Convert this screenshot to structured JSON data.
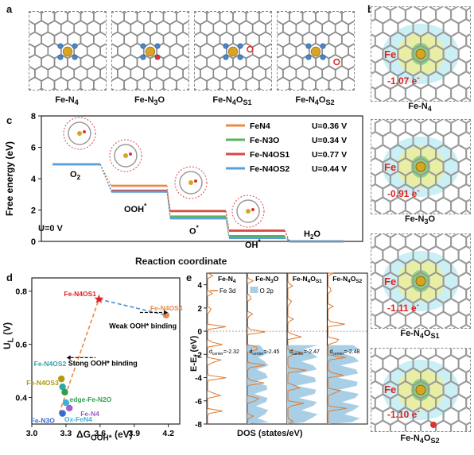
{
  "panel_labels": {
    "a": "a",
    "b": "b",
    "c": "c",
    "d": "d",
    "e": "e"
  },
  "panel_a": {
    "structures": [
      {
        "caption": "Fe-N",
        "sub": "4",
        "extra": "",
        "sub2": ""
      },
      {
        "caption": "Fe-N",
        "sub": "3",
        "extra": "O",
        "sub2": ""
      },
      {
        "caption": "Fe-N",
        "sub": "4",
        "extra": "O",
        "sub2": "S1"
      },
      {
        "caption": "Fe-N",
        "sub": "4",
        "extra": "O",
        "sub2": "S2"
      }
    ]
  },
  "panel_b": {
    "items": [
      {
        "metal": "Fe",
        "charge": "-1.07 e",
        "sup": "-",
        "caption": "Fe-N",
        "sub": "4",
        "extra": "",
        "sub2": ""
      },
      {
        "metal": "Fe",
        "charge": "-0.91 e",
        "sup": "-",
        "caption": "Fe-N",
        "sub": "3",
        "extra": "O",
        "sub2": ""
      },
      {
        "metal": "Fe",
        "charge": "-1.11 e",
        "sup": "-",
        "caption": "Fe-N",
        "sub": "4",
        "extra": "O",
        "sub2": "S1"
      },
      {
        "metal": "Fe",
        "charge": "-1.10 e",
        "sup": "-",
        "caption": "Fe-N",
        "sub": "4",
        "extra": "O",
        "sub2": "S2"
      }
    ]
  },
  "panel_c": {
    "ylabel": "Free energy (eV)",
    "xlabel": "Reaction coordinate",
    "condition": "U=0 V",
    "yticks": [
      "0",
      "2",
      "4",
      "6",
      "8"
    ],
    "steps": [
      "O2",
      "OOH*",
      "O*",
      "OH*",
      "H2O"
    ],
    "legend": [
      {
        "name": "FeN4",
        "U": "U=0.36 V",
        "color": "#e8894a"
      },
      {
        "name": "Fe-N3O",
        "U": "U=0.34 V",
        "color": "#59b35a"
      },
      {
        "name": "Fe-N4OS1",
        "U": "U=0.77 V",
        "color": "#d64a4a"
      },
      {
        "name": "Fe-N4OS2",
        "U": "U=0.44 V",
        "color": "#5aa0d8"
      }
    ]
  },
  "panel_d": {
    "ylabel": "U",
    "ylabel_sub": "L",
    "ylabel_unit": " (V)",
    "xlabel": "ΔG",
    "xlabel_sub": "OOH*",
    "xlabel_unit": " (eV)",
    "xticks": [
      "3.0",
      "3.3",
      "3.6",
      "3.9",
      "4.2"
    ],
    "yticks": [
      "0.4",
      "0.6",
      "0.8"
    ],
    "annotations": {
      "weak": "Weak OOH* binding",
      "strong": "Stong OOH* binding"
    },
    "point_labels": [
      "Fe-N4OS1",
      "Fe-N4OS4",
      "Fe-N4OS2",
      "edge-Fe-N2O",
      "Fe-N4OS3",
      "Fe-N4",
      "Fe-N3O",
      "Ox-FeN4"
    ]
  },
  "panel_e": {
    "ylabel": "E-E",
    "ylabel_sub": "f",
    "ylabel_unit": " (eV)",
    "xlabel": "DOS (states/eV)",
    "yticks": [
      "4",
      "2",
      "0",
      "-2",
      "-4",
      "-6",
      "-8"
    ],
    "legend": {
      "fe": "Fe 3d",
      "o": "O 2p"
    },
    "columns": [
      {
        "title": "Fe-N",
        "sub": "4",
        "extra": "",
        "sub2": "",
        "dcenter": "=-2.32"
      },
      {
        "title": "Fe-N",
        "sub": "3",
        "extra": "O",
        "sub2": "",
        "dcenter": "=-2.45"
      },
      {
        "title": "Fe-N",
        "sub": "4",
        "extra": "O",
        "sub2": "S1",
        "dcenter": "=-2.47"
      },
      {
        "title": "Fe-N",
        "sub": "4",
        "extra": "O",
        "sub2": "S2",
        "dcenter": "=-2.48"
      }
    ]
  },
  "chart_data": [
    {
      "type": "line",
      "title": "",
      "xlabel": "Reaction coordinate",
      "ylabel": "Free energy (eV)",
      "ylim": [
        0,
        8
      ],
      "categories": [
        "O2",
        "OOH*",
        "O*",
        "OH*",
        "H2O"
      ],
      "series": [
        {
          "name": "FeN4",
          "values": [
            4.92,
            3.55,
            1.95,
            0.7,
            0.0
          ]
        },
        {
          "name": "Fe-N3O",
          "values": [
            4.92,
            3.35,
            1.7,
            0.45,
            0.0
          ]
        },
        {
          "name": "Fe-N4OS1",
          "values": [
            4.92,
            3.45,
            2.15,
            0.9,
            0.0
          ]
        },
        {
          "name": "Fe-N4OS2",
          "values": [
            4.92,
            3.5,
            1.8,
            0.55,
            0.0
          ]
        }
      ]
    },
    {
      "type": "scatter",
      "title": "",
      "xlabel": "ΔGOOH* (eV)",
      "ylabel": "UL (V)",
      "xlim": [
        3.0,
        4.3
      ],
      "ylim": [
        0.3,
        0.85
      ],
      "series": [
        {
          "name": "Fe-N4OS1",
          "x": [
            3.59
          ],
          "y": [
            0.77
          ]
        },
        {
          "name": "Fe-N4OS4",
          "x": [
            4.18
          ],
          "y": [
            0.71
          ]
        },
        {
          "name": "Fe-N4OS2",
          "x": [
            3.27
          ],
          "y": [
            0.44
          ]
        },
        {
          "name": "edge-Fe-N2O",
          "x": [
            3.29
          ],
          "y": [
            0.42
          ]
        },
        {
          "name": "Fe-N4OS3",
          "x": [
            3.26
          ],
          "y": [
            0.47
          ]
        },
        {
          "name": "Fe-N4",
          "x": [
            3.33
          ],
          "y": [
            0.36
          ]
        },
        {
          "name": "Fe-N3O",
          "x": [
            3.27
          ],
          "y": [
            0.34
          ]
        },
        {
          "name": "Ox-FeN4",
          "x": [
            3.3
          ],
          "y": [
            0.38
          ]
        }
      ]
    }
  ]
}
